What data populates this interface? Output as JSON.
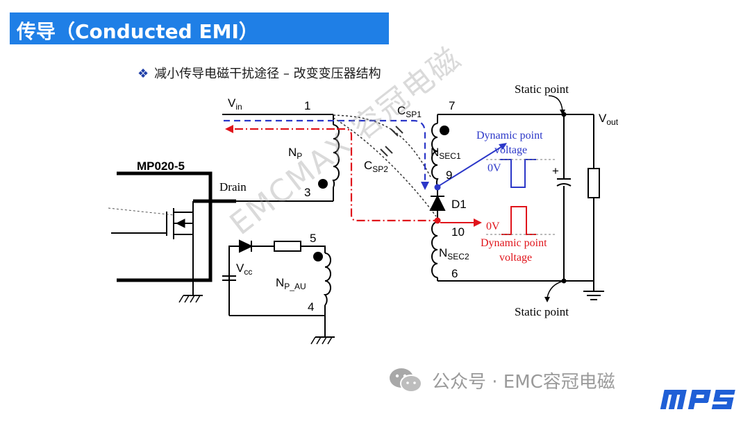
{
  "header": {
    "title": "传导（Conducted EMI）"
  },
  "bullet": {
    "icon": "diamond-bullet-icon",
    "text": "减小传导电磁干扰途径 – 改变变压器结构"
  },
  "labels": {
    "vin_main": "V",
    "vin_sub": "in",
    "vout_main": "V",
    "vout_sub": "out",
    "pin1": "1",
    "pin3": "3",
    "pin4": "4",
    "pin5": "5",
    "pin6": "6",
    "pin7": "7",
    "pin9": "9",
    "pin10": "10",
    "np_main": "N",
    "np_sub": "P",
    "npau_main": "N",
    "npau_sub": "P_AU",
    "nsec1_main": "N",
    "nsec1_sub": "SEC1",
    "nsec2_main": "N",
    "nsec2_sub": "SEC2",
    "csp1_main": "C",
    "csp1_sub": "SP1",
    "csp2_main": "C",
    "csp2_sub": "SP2",
    "vcc_main": "V",
    "vcc_sub": "cc",
    "mp020": "MP020-5",
    "drain": "Drain",
    "d1": "D1",
    "static_top": "Static point",
    "static_bottom": "Static point",
    "dyn_blue_1": "Dynamic point",
    "dyn_blue_2": "voltage",
    "dyn_red_1": "Dynamic point",
    "dyn_red_2": "voltage",
    "zero_v_blue": "0V",
    "zero_v_red": "0V",
    "plus": "+"
  },
  "watermark": "EMCMAX 容冠电磁",
  "footer": {
    "icon": "wechat-icon",
    "text": "公众号 · EMC容冠电磁"
  },
  "logo": "mps",
  "colors": {
    "title_bg": "#1f7fe6",
    "blue_path": "#2b37c8",
    "red_path": "#e0141b"
  }
}
